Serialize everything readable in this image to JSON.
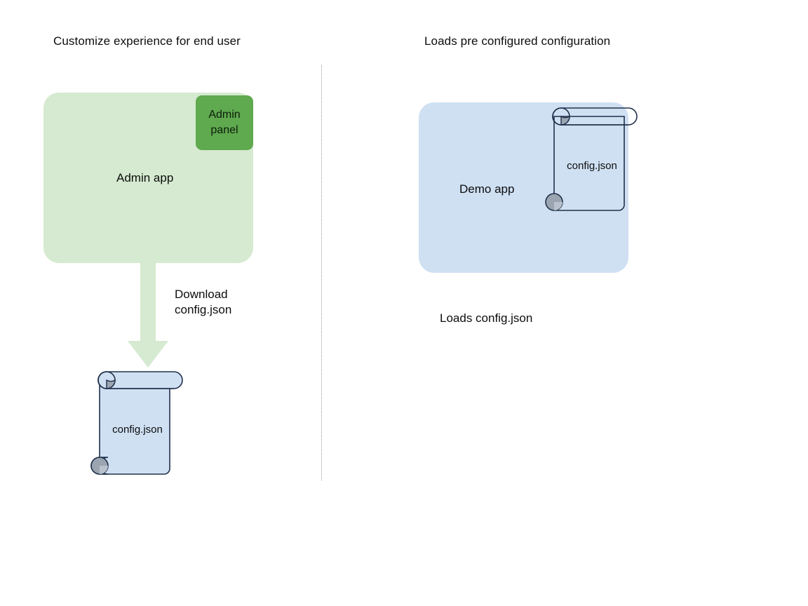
{
  "headings": {
    "left": "Customize experience for end user",
    "right": "Loads pre configured configuration"
  },
  "left_column": {
    "app_label": "Admin app",
    "panel_label": "Admin\npanel",
    "arrow_label": "Download\nconfig.json",
    "file_label": "config.json"
  },
  "right_column": {
    "app_label": "Demo app",
    "file_label": "config.json",
    "caption": "Loads config.json"
  },
  "colors": {
    "app_green_fill": "#d5ead0",
    "admin_panel_green": "#5fa94f",
    "app_blue_fill": "#cfe0f3",
    "scroll_fill": "#cfe0f3",
    "scroll_stroke": "#22304a",
    "scroll_curl": "#9aa5b1",
    "arrow_fill": "#d5ead0",
    "divider_color": "#8a8a8a",
    "text_color": "#0d0d0d",
    "background": "#ffffff"
  },
  "icons": {
    "scroll": "scroll-document-icon",
    "arrow": "arrow-down-icon",
    "divider": "vertical-dotted-divider"
  }
}
